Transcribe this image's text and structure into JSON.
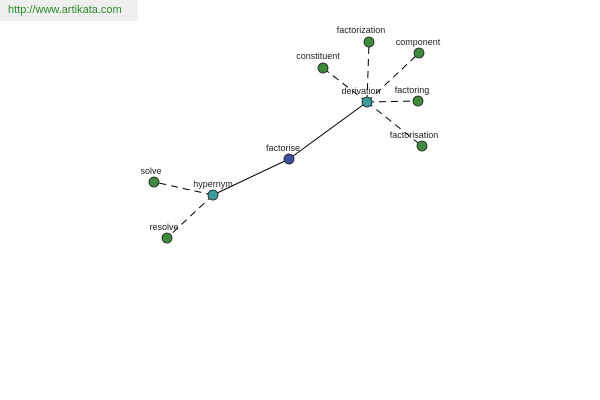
{
  "watermark": {
    "text": "http://www.artikata.com"
  },
  "colors": {
    "root": "#3d4f9a",
    "relation": "#3b9a9a",
    "leaf": "#3f8a3f"
  },
  "nodes": [
    {
      "id": "factorise",
      "label": "factorise",
      "kind": "root"
    },
    {
      "id": "hypernym",
      "label": "hypernym",
      "kind": "relation"
    },
    {
      "id": "derivation",
      "label": "derivation",
      "kind": "relation"
    },
    {
      "id": "solve",
      "label": "solve",
      "kind": "leaf"
    },
    {
      "id": "resolve",
      "label": "resolve",
      "kind": "leaf"
    },
    {
      "id": "factorization",
      "label": "factorization",
      "kind": "leaf"
    },
    {
      "id": "component",
      "label": "component",
      "kind": "leaf"
    },
    {
      "id": "constituent",
      "label": "constituent",
      "kind": "leaf"
    },
    {
      "id": "factoring",
      "label": "factoring",
      "kind": "leaf"
    },
    {
      "id": "factorisation",
      "label": "factorisation",
      "kind": "leaf"
    }
  ],
  "edges": [
    {
      "from": "factorise",
      "to": "hypernym",
      "style": "solid"
    },
    {
      "from": "factorise",
      "to": "derivation",
      "style": "solid"
    },
    {
      "from": "hypernym",
      "to": "solve",
      "style": "dashed"
    },
    {
      "from": "hypernym",
      "to": "resolve",
      "style": "dashed"
    },
    {
      "from": "derivation",
      "to": "factorization",
      "style": "dashed"
    },
    {
      "from": "derivation",
      "to": "component",
      "style": "dashed"
    },
    {
      "from": "derivation",
      "to": "constituent",
      "style": "dashed"
    },
    {
      "from": "derivation",
      "to": "factoring",
      "style": "dashed"
    },
    {
      "from": "derivation",
      "to": "factorisation",
      "style": "dashed"
    }
  ]
}
